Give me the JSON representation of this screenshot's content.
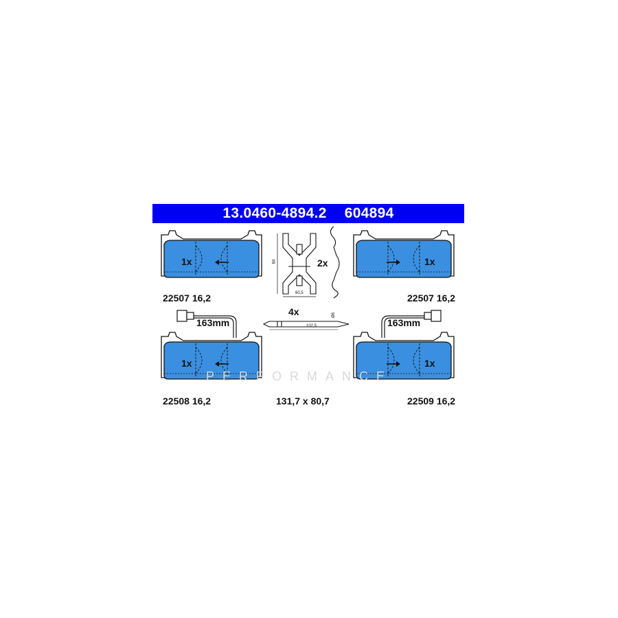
{
  "header": {
    "part_number": "13.0460-4894.2",
    "ref_number": "604894"
  },
  "pads": [
    {
      "qty": "1x",
      "code": "22507 16,2"
    },
    {
      "qty": "1x",
      "code": "22507 16,2"
    },
    {
      "qty": "1x",
      "code": "22508 16,2"
    },
    {
      "qty": "1x",
      "code": "22509 16,2"
    }
  ],
  "wear_sensors": [
    {
      "length": "163mm"
    },
    {
      "length": "163mm"
    }
  ],
  "spring": {
    "qty": "2x",
    "height": "84",
    "width": "60,5"
  },
  "pins": {
    "qty": "4x",
    "length": "102,5",
    "diameter": "Ø6"
  },
  "dimensions": "131,7 x 80,7",
  "watermark": "PERFORMANCE",
  "colors": {
    "header_bg": "#0000f2",
    "pad_fill": "#3a8fe0",
    "line": "#111111"
  }
}
